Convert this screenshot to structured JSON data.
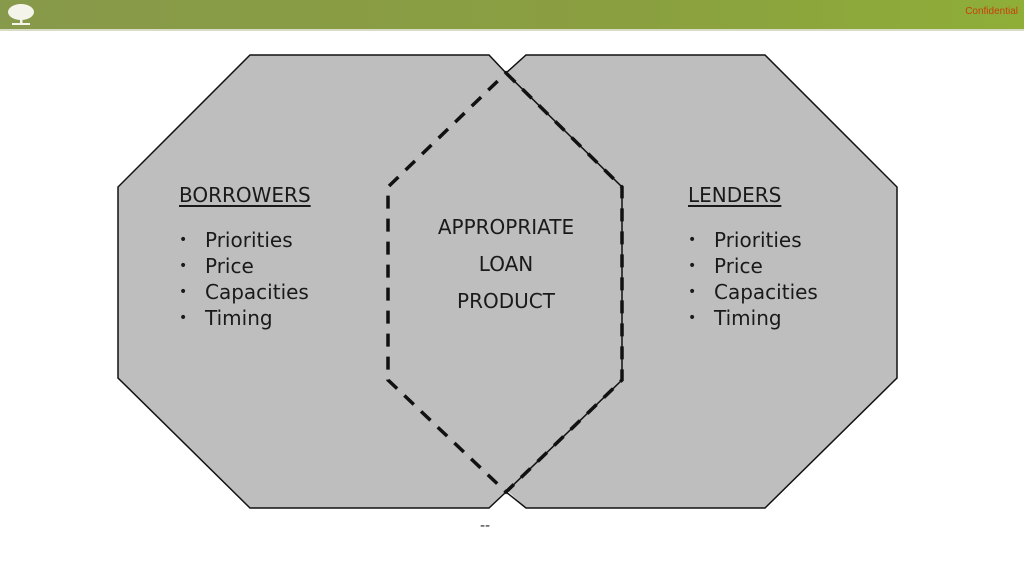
{
  "header": {
    "confidential_label": "Confidential",
    "logo_icon": "tree-icon",
    "colors": {
      "bar": "#8a9f40",
      "confidential": "#c8400a"
    }
  },
  "borrowers": {
    "title": "BORROWERS",
    "items": [
      "Priorities",
      "Price",
      "Capacities",
      "Timing"
    ]
  },
  "lenders": {
    "title": "LENDERS",
    "items": [
      "Priorities",
      "Price",
      "Capacities",
      "Timing"
    ]
  },
  "overlap": {
    "lines": [
      "APPROPRIATE",
      "LOAN",
      "PRODUCT"
    ]
  },
  "footer_mark": "--",
  "colors": {
    "shape_fill": "#bebebf",
    "outline": "#111111"
  }
}
